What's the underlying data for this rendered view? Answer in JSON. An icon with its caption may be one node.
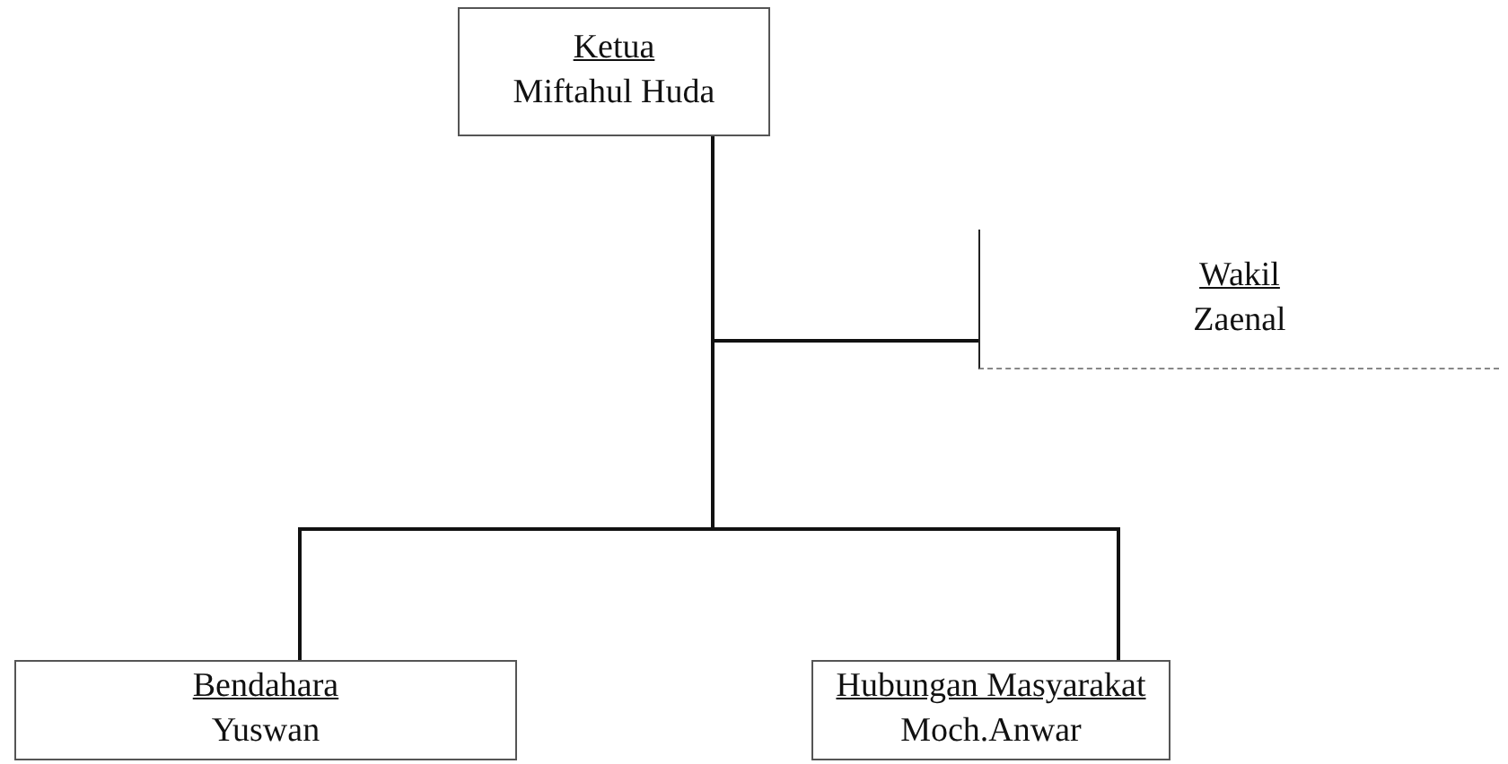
{
  "diagram": {
    "nodes": [
      {
        "text": [
          "Ketua",
          "Miftahul Huda"
        ]
      },
      {
        "text": [
          "Wakil",
          "Zaenal"
        ]
      },
      {
        "text": [
          "Bendahara",
          "Yuswan"
        ]
      },
      {
        "text": [
          "Hubungan Masyarakat",
          "Moch.Anwar"
        ]
      }
    ],
    "edges": [
      {
        "from": 0,
        "to": 1,
        "arrow": "none"
      },
      {
        "from": 0,
        "to": 2,
        "arrow": "none"
      },
      {
        "from": 0,
        "to": 3,
        "arrow": "none"
      }
    ]
  }
}
